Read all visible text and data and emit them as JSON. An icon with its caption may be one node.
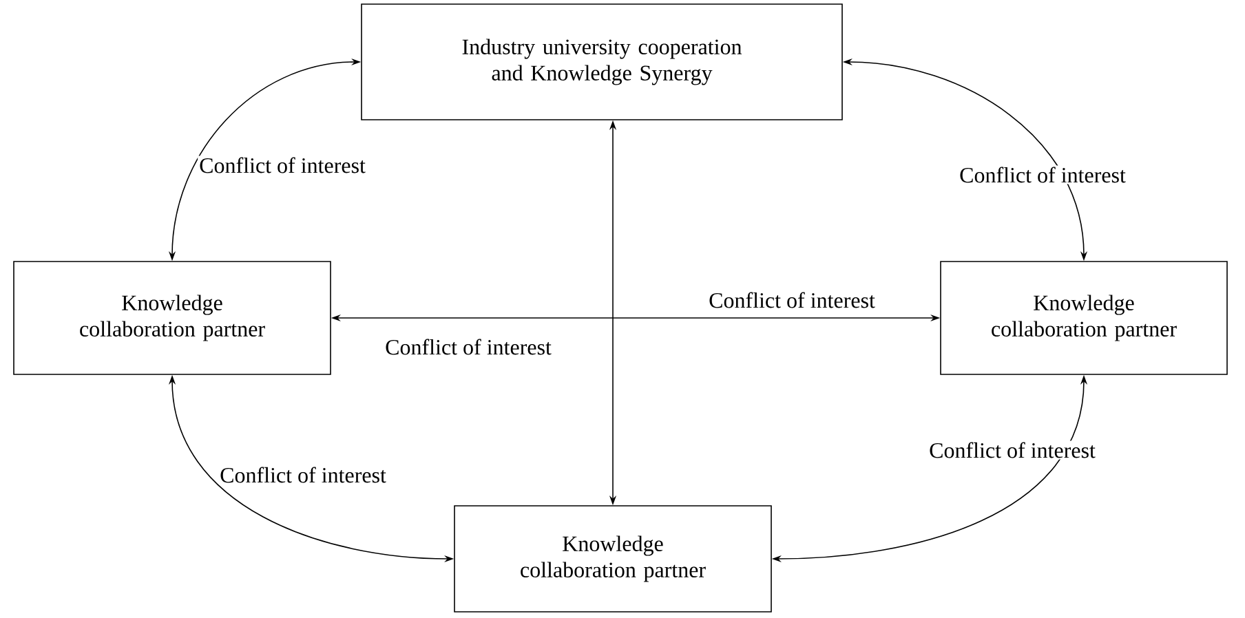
{
  "diagram": {
    "nodes": [
      {
        "text": [
          "Industry university cooperation and Knowledge Synergy"
        ]
      },
      {
        "text": [
          "Knowledge collaboration partner"
        ]
      },
      {
        "text": [
          "Knowledge collaboration partner"
        ]
      },
      {
        "text": [
          "Knowledge collaboration partner"
        ]
      }
    ],
    "edges": [
      {
        "from": 0,
        "to": 1,
        "arrow": "both",
        "label": "Conflict of interest"
      },
      {
        "from": 0,
        "to": 2,
        "arrow": "both",
        "label": "Conflict of interest"
      },
      {
        "from": 1,
        "to": 2,
        "arrow": "both",
        "label": "Conflict of interest"
      },
      {
        "from": 0,
        "to": 3,
        "arrow": "both"
      },
      {
        "from": 1,
        "to": 3,
        "arrow": "both",
        "label": "Conflict of interest"
      },
      {
        "from": 2,
        "to": 3,
        "arrow": "both",
        "label": "Conflict of interest"
      }
    ],
    "labels": [
      "Conflict of interest"
    ]
  }
}
